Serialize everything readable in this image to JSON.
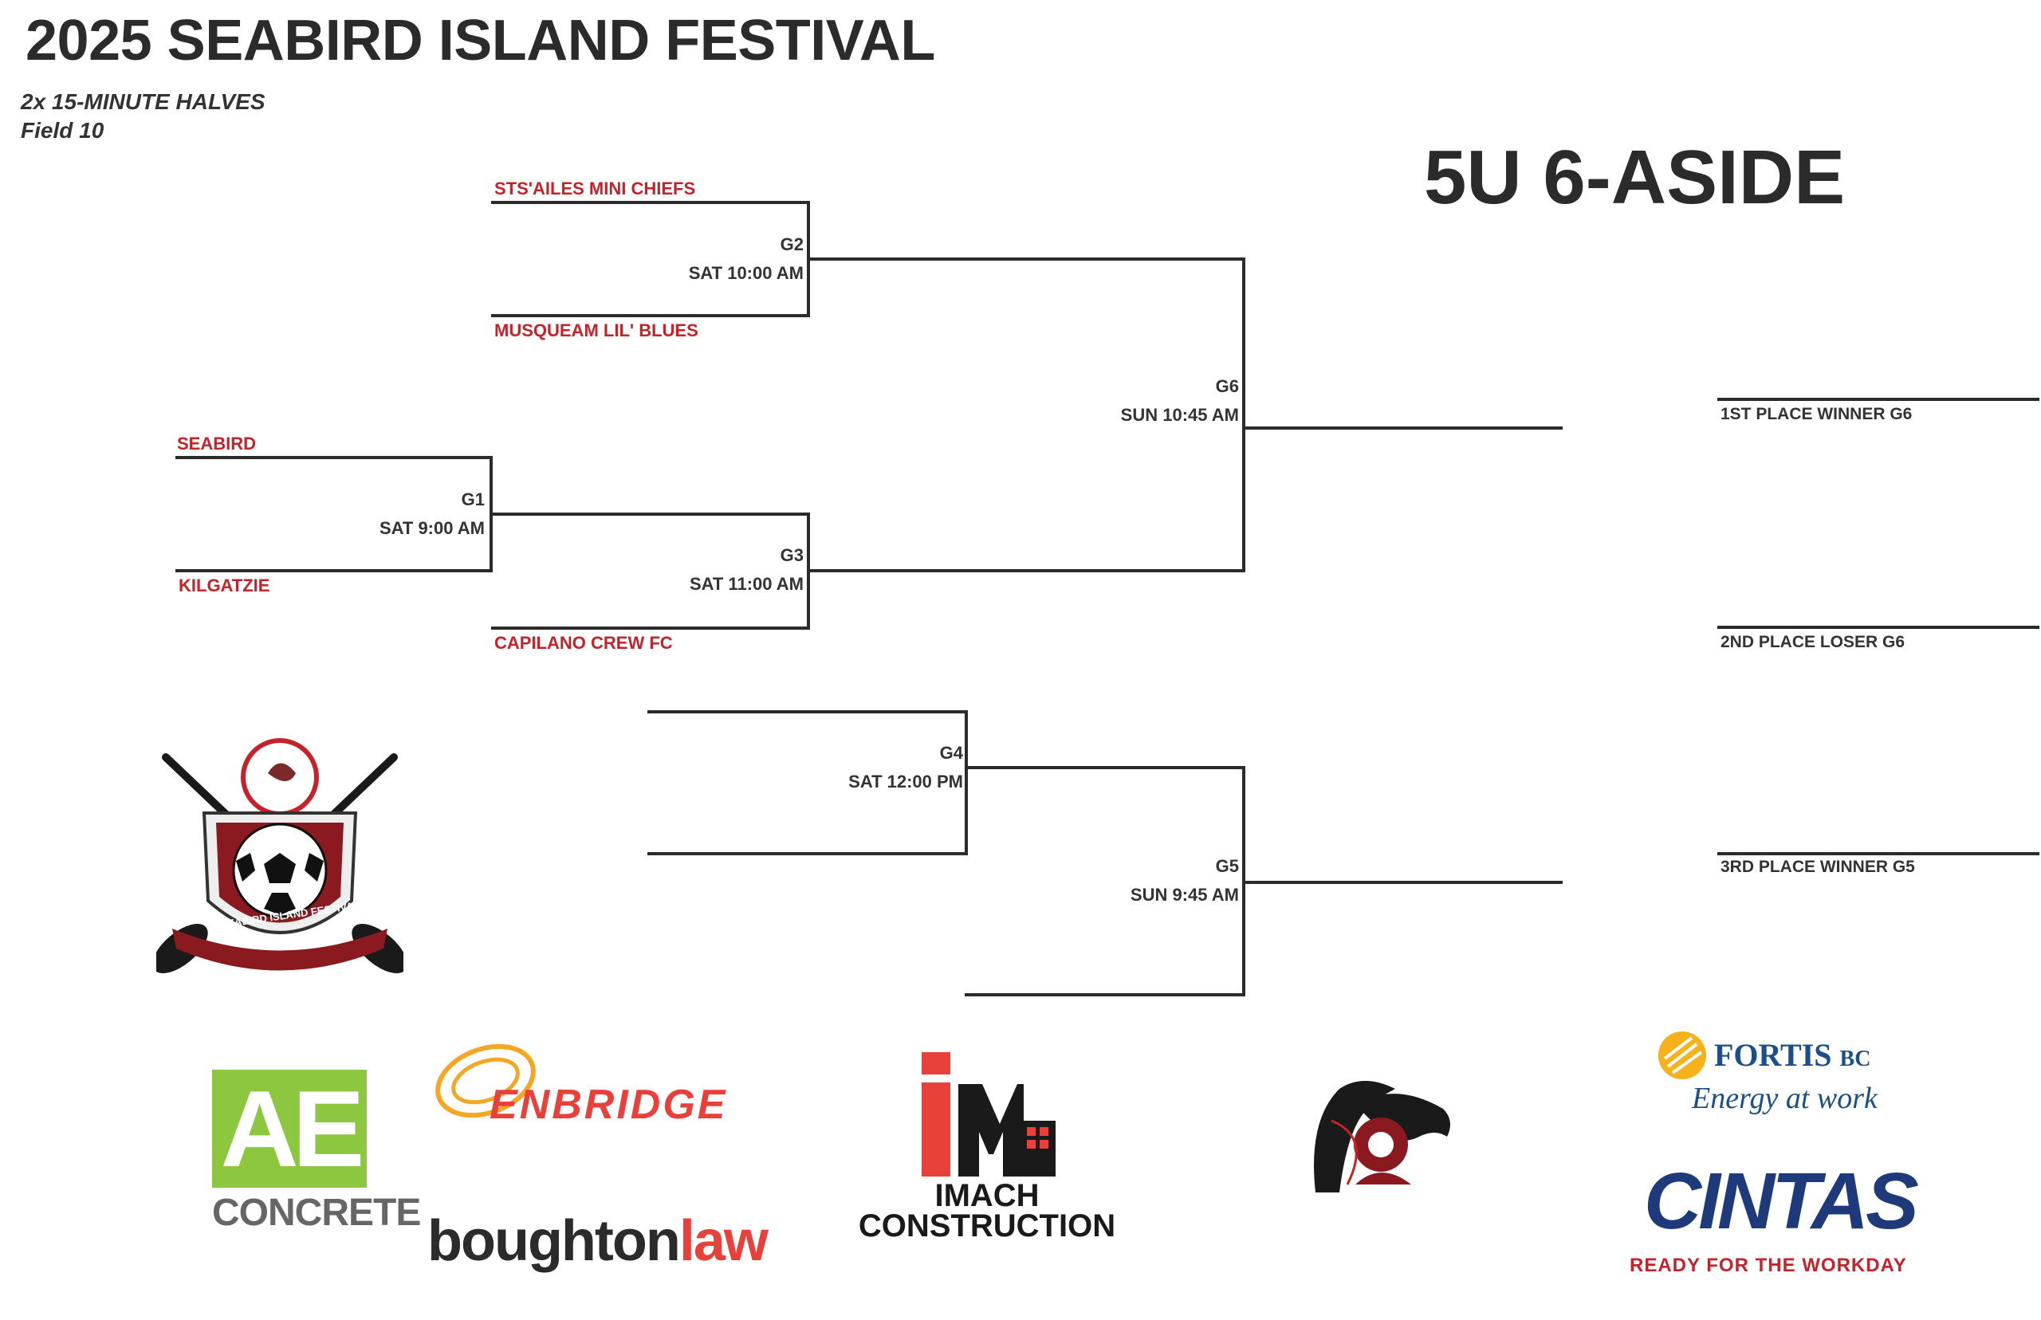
{
  "header": {
    "title": "2025 SEABIRD ISLAND FESTIVAL",
    "format": "2x 15-MINUTE HALVES",
    "field": "Field 10",
    "division": "5U 6-ASIDE"
  },
  "teams": {
    "g2_top": "STS'AILES MINI CHIEFS",
    "g2_bottom": "MUSQUEAM LIL' BLUES",
    "g1_top": "SEABIRD",
    "g1_bottom": "KILGATZIE",
    "g3_bottom": "CAPILANO CREW FC"
  },
  "games": {
    "g1": {
      "id": "G1",
      "time": "SAT 9:00 AM"
    },
    "g2": {
      "id": "G2",
      "time": "SAT 10:00 AM"
    },
    "g3": {
      "id": "G3",
      "time": "SAT 11:00 AM"
    },
    "g4": {
      "id": "G4",
      "time": "SAT 12:00 PM"
    },
    "g5": {
      "id": "G5",
      "time": "SUN 9:45 AM"
    },
    "g6": {
      "id": "G6",
      "time": "SUN 10:45 AM"
    }
  },
  "placements": {
    "first": "1ST PLACE WINNER G6",
    "second": "2ND PLACE LOSER G6",
    "third": "3RD PLACE WINNER G5"
  },
  "sponsors": {
    "ae_big": "AE",
    "ae_small": "CONCRETE",
    "enbridge": "ENBRIDGE",
    "boughton_a": "boughton",
    "boughton_b": "law",
    "imach_a": "IMACH",
    "imach_b": "CONSTRUCTION",
    "fortis_a": "FORTIS",
    "fortis_b": "BC",
    "fortis_tag": "Energy at work",
    "cintas": "CINTAS",
    "cintas_tag": "READY FOR THE WORKDAY",
    "festival_badge": "SEABIRD ISLAND FESTIVAL"
  },
  "colors": {
    "team_red": "#c4232a",
    "line": "#2b2b2b",
    "ae_green": "#8dc63f",
    "enbridge_red": "#e8403a",
    "enbridge_yellow": "#f5a623",
    "cintas_blue": "#1f3a7a",
    "fortis_blue": "#1b4f8a"
  }
}
